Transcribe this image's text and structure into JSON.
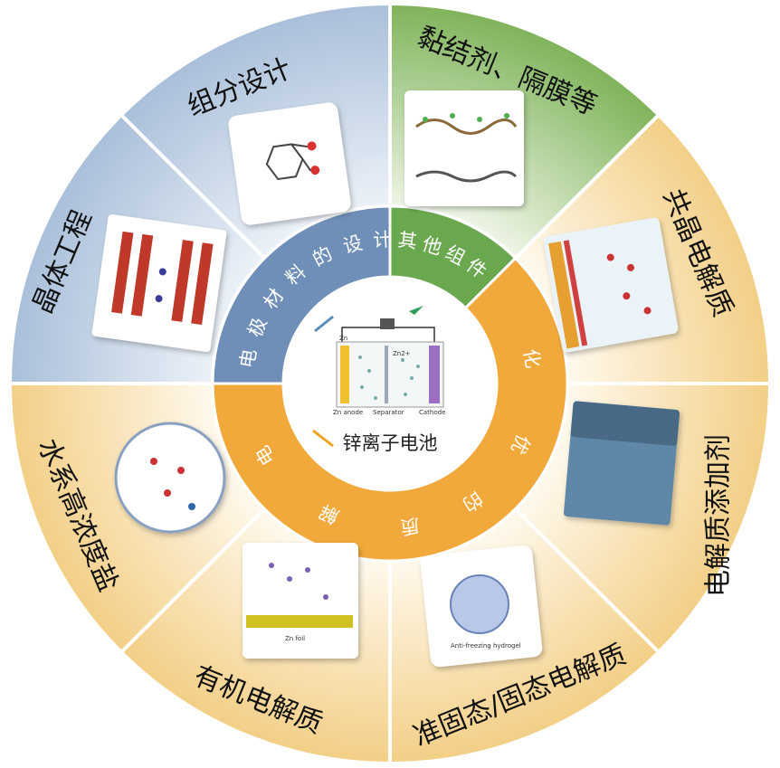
{
  "outer_segments": [
    {
      "id": "component-design",
      "label": "组分设计",
      "group": "electrode"
    },
    {
      "id": "binder-separator",
      "label": "黏结剂、隔膜等",
      "group": "other"
    },
    {
      "id": "eutectic-electrolyte",
      "label": "共晶电解质",
      "group": "electrolyte"
    },
    {
      "id": "electrolyte-additive",
      "label": "电解质添加剂",
      "group": "electrolyte"
    },
    {
      "id": "quasi-solid-electrolyte",
      "label": "准固态/固态电解质",
      "group": "electrolyte"
    },
    {
      "id": "organic-electrolyte",
      "label": "有机电解质",
      "group": "electrolyte"
    },
    {
      "id": "water-in-salt",
      "label": "水系高浓度盐",
      "group": "electrolyte"
    },
    {
      "id": "crystal-engineering",
      "label": "晶体工程",
      "group": "electrode"
    }
  ],
  "inner_ring": {
    "electrode_design": [
      "电",
      "极",
      "材",
      "料",
      "的",
      "设",
      "计"
    ],
    "other_components": [
      "其",
      "他",
      "组",
      "件"
    ],
    "electrolyte_optimization": [
      "电",
      "解",
      "质",
      "的",
      "优",
      "化"
    ]
  },
  "center": {
    "label": "锌离子电池",
    "cell_labels": {
      "anode": "Zn",
      "anode_note": "Zn anode",
      "separator": "Separator",
      "cathode": "Cathode",
      "ion": "Zn2+"
    }
  },
  "image_texts": {
    "zn_foil": "Zn foil",
    "anti_freezing": "Anti-freezing hydrogel"
  },
  "colors": {
    "electrode_blue": "#6f8fb8",
    "other_green": "#6aa84f",
    "electrolyte_orange": "#f2a93b",
    "outer_blue": "#c7d6e8",
    "outer_green": "#a8c98a",
    "outer_peach": "#f7ddb0"
  }
}
